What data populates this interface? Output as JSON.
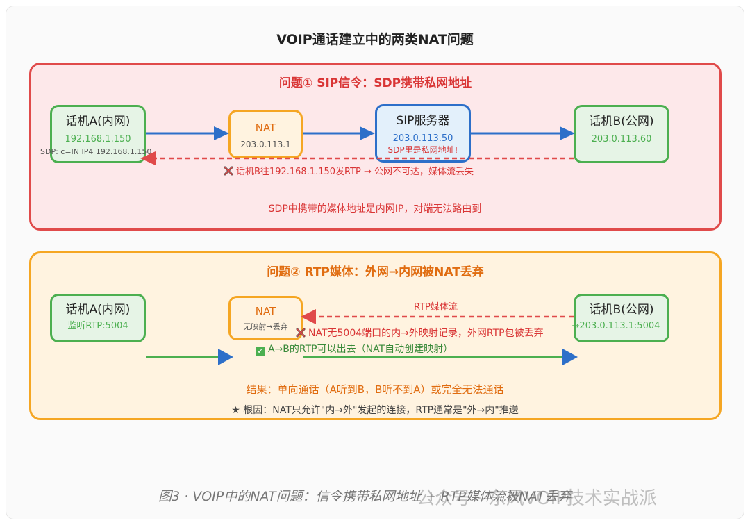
{
  "title": "VOIP通话建立中的两类NAT问题",
  "problem1": {
    "title": "问题① SIP信令：SDP携带私网地址",
    "phone_a": {
      "name": "话机A(内网)",
      "ip": "192.168.1.150"
    },
    "sdp_note": "SDP: c=IN IP4 192.168.1.150",
    "nat": {
      "name": "NAT",
      "ip": "203.0.113.1"
    },
    "sip_server": {
      "name": "SIP服务器",
      "ip": "203.0.113.50",
      "note": "SDP里是私网地址!"
    },
    "phone_b": {
      "name": "话机B(公网)",
      "ip": "203.0.113.60"
    },
    "fail_note": "话机B往192.168.1.150发RTP → 公网不可达，媒体流丢失",
    "summary": "SDP中携带的媒体地址是内网IP，对端无法路由到"
  },
  "problem2": {
    "title": "问题② RTP媒体：外网→内网被NAT丢弃",
    "phone_a": {
      "name": "话机A(内网)",
      "listen": "监听RTP:5004"
    },
    "nat": {
      "name": "NAT",
      "note": "无映射→丢弃"
    },
    "phone_b": {
      "name": "话机B(公网)",
      "target": "→203.0.113.1:5004"
    },
    "rtp_label": "RTP媒体流",
    "fail_note": "NAT无5004端口的内→外映射记录，外网RTP包被丢弃",
    "ok_note": "A→B的RTP可以出去（NAT自动创建映射）",
    "result": "结果：单向通话（A听到B，B听不到A）或完全无法通话",
    "root_cause": "★ 根因：NAT只允许\"内→外\"发起的连接，RTP通常是\"外→内\"推送"
  },
  "caption": "图3 · VOIP中的NAT问题：信令携带私网地址 + RTP媒体流被NAT丢弃",
  "watermark": "公众号 · 东风VOIP技术实战派",
  "colors": {
    "red": "#e04a4a",
    "orange": "#f5a623",
    "green": "#4caf50",
    "blue": "#2d6fc9"
  }
}
